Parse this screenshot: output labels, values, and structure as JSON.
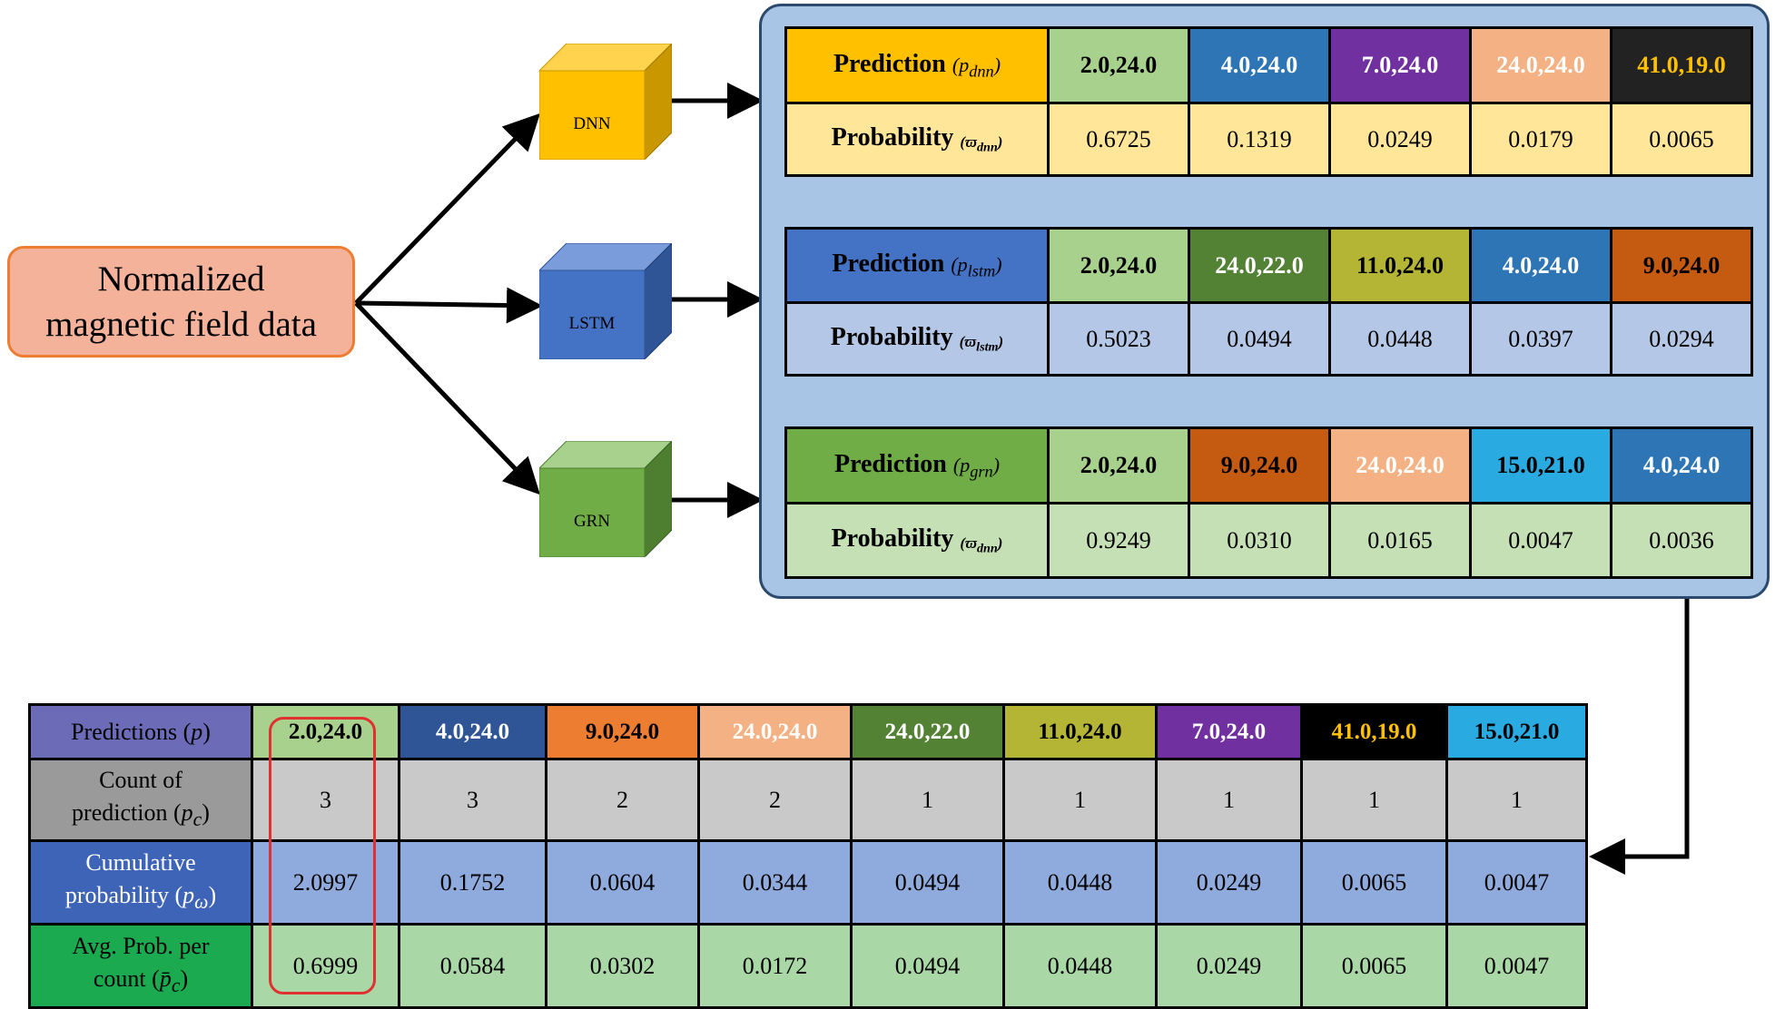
{
  "input": {
    "line1": "Normalized",
    "line2": "magnetic field data"
  },
  "models": {
    "dnn": {
      "label": "DNN",
      "color": "#FFC000"
    },
    "lstm": {
      "label": "LSTM",
      "color": "#4472C4"
    },
    "grn": {
      "label": "GRN",
      "color": "#70AD47"
    }
  },
  "model_tables": [
    {
      "id": "dnn",
      "prediction_label": "Prediction",
      "prediction_sub": "p_dnn",
      "probability_label": "Probability",
      "probability_sub": "ϖ_dnn",
      "header_color": "#FFC000",
      "prob_color": "#FFE699",
      "predictions": [
        {
          "value": "2.0,24.0",
          "bg": "#A9D18E",
          "fg": "#000000"
        },
        {
          "value": "4.0,24.0",
          "bg": "#2E75B6",
          "fg": "#FFFFFF"
        },
        {
          "value": "7.0,24.0",
          "bg": "#7030A0",
          "fg": "#FFFFFF"
        },
        {
          "value": "24.0,24.0",
          "bg": "#F4B183",
          "fg": "#FFFFFF"
        },
        {
          "value": "41.0,19.0",
          "bg": "#222222",
          "fg": "#FFC000"
        }
      ],
      "probabilities": [
        "0.6725",
        "0.1319",
        "0.0249",
        "0.0179",
        "0.0065"
      ]
    },
    {
      "id": "lstm",
      "prediction_label": "Prediction",
      "prediction_sub": "p_lstm",
      "probability_label": "Probability",
      "probability_sub": "ϖ_lstm",
      "header_color": "#4472C4",
      "prob_color": "#B4C7E7",
      "predictions": [
        {
          "value": "2.0,24.0",
          "bg": "#A9D18E",
          "fg": "#000000"
        },
        {
          "value": "24.0,22.0",
          "bg": "#548235",
          "fg": "#FFFFFF"
        },
        {
          "value": "11.0,24.0",
          "bg": "#B4B435",
          "fg": "#000000"
        },
        {
          "value": "4.0,24.0",
          "bg": "#2E75B6",
          "fg": "#FFFFFF"
        },
        {
          "value": "9.0,24.0",
          "bg": "#C55A11",
          "fg": "#000000"
        }
      ],
      "probabilities": [
        "0.5023",
        "0.0494",
        "0.0448",
        "0.0397",
        "0.0294"
      ]
    },
    {
      "id": "grn",
      "prediction_label": "Prediction",
      "prediction_sub": "p_grn",
      "probability_label": "Probability",
      "probability_sub": "ϖ_dnn",
      "header_color": "#70AD47",
      "prob_color": "#C5E0B4",
      "predictions": [
        {
          "value": "2.0,24.0",
          "bg": "#A9D18E",
          "fg": "#000000"
        },
        {
          "value": "9.0,24.0",
          "bg": "#C55A11",
          "fg": "#000000"
        },
        {
          "value": "24.0,24.0",
          "bg": "#F4B183",
          "fg": "#FFFFFF"
        },
        {
          "value": "15.0,21.0",
          "bg": "#29ABE2",
          "fg": "#000000"
        },
        {
          "value": "4.0,24.0",
          "bg": "#2E75B6",
          "fg": "#FFFFFF"
        }
      ],
      "probabilities": [
        "0.9249",
        "0.0310",
        "0.0165",
        "0.0047",
        "0.0036"
      ]
    }
  ],
  "summary": {
    "row_labels": {
      "predictions": "Predictions",
      "predictions_sub": "p",
      "count_line1": "Count of",
      "count_line2": "prediction",
      "count_sub": "p_c",
      "cumulative_line1": "Cumulative",
      "cumulative_line2": "probability",
      "cumulative_sub": "p_ω",
      "avg_line1": "Avg. Prob. per",
      "avg_line2": "count",
      "avg_sub": "p̄_c"
    },
    "row_colors": {
      "predictions": "#6B6BB8",
      "count": "#9A9A9A",
      "count_cells": "#C9C9C9",
      "cumulative": "#3E64B8",
      "cumulative_cells": "#8FAADC",
      "avg": "#1BAA50",
      "avg_cells": "#A9D8A6"
    },
    "columns": [
      {
        "prediction": "2.0,24.0",
        "bg": "#A9D18E",
        "fg": "#000000",
        "count": "3",
        "cumulative": "2.0997",
        "avg": "0.6999"
      },
      {
        "prediction": "4.0,24.0",
        "bg": "#2F5597",
        "fg": "#FFFFFF",
        "count": "3",
        "cumulative": "0.1752",
        "avg": "0.0584"
      },
      {
        "prediction": "9.0,24.0",
        "bg": "#ED7D31",
        "fg": "#000000",
        "count": "2",
        "cumulative": "0.0604",
        "avg": "0.0302"
      },
      {
        "prediction": "24.0,24.0",
        "bg": "#F4B183",
        "fg": "#FFFFFF",
        "count": "2",
        "cumulative": "0.0344",
        "avg": "0.0172"
      },
      {
        "prediction": "24.0,22.0",
        "bg": "#548235",
        "fg": "#FFFFFF",
        "count": "1",
        "cumulative": "0.0494",
        "avg": "0.0494"
      },
      {
        "prediction": "11.0,24.0",
        "bg": "#B4B435",
        "fg": "#000000",
        "count": "1",
        "cumulative": "0.0448",
        "avg": "0.0448"
      },
      {
        "prediction": "7.0,24.0",
        "bg": "#7030A0",
        "fg": "#FFFFFF",
        "count": "1",
        "cumulative": "0.0249",
        "avg": "0.0249"
      },
      {
        "prediction": "41.0,19.0",
        "bg": "#000000",
        "fg": "#FFC000",
        "count": "1",
        "cumulative": "0.0065",
        "avg": "0.0065"
      },
      {
        "prediction": "15.0,21.0",
        "bg": "#29ABE2",
        "fg": "#000000",
        "count": "1",
        "cumulative": "0.0047",
        "avg": "0.0047"
      }
    ],
    "highlight_color": "#E03030"
  }
}
